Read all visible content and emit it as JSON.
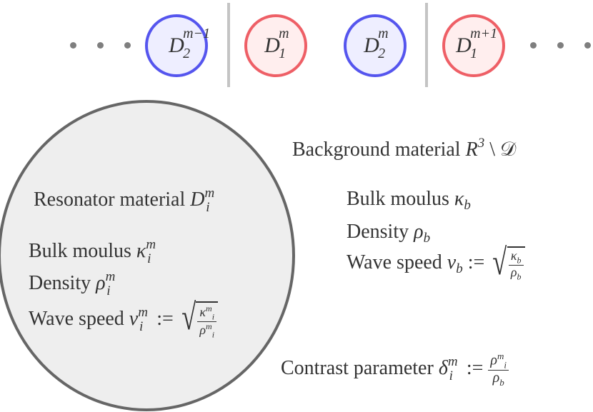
{
  "top_row": {
    "circles": [
      {
        "symbol": "D",
        "subscript": "2",
        "superscript": "m−1",
        "color": "blue"
      },
      {
        "symbol": "D",
        "subscript": "1",
        "superscript": "m",
        "color": "red"
      },
      {
        "symbol": "D",
        "subscript": "2",
        "superscript": "m",
        "color": "blue"
      },
      {
        "symbol": "D",
        "subscript": "1",
        "superscript": "m+1",
        "color": "red"
      }
    ],
    "colors": {
      "blue_border": "#5555ee",
      "blue_fill": "#eeeeff",
      "red_border": "#ee5f66",
      "red_fill": "#ffeeee"
    }
  },
  "resonator": {
    "title_text": "Resonator material",
    "title_symbol": "D",
    "title_sup": "m",
    "title_sub": "i",
    "bulk_text": "Bulk moulus",
    "bulk_symbol": "κ",
    "bulk_sup": "m",
    "bulk_sub": "i",
    "density_text": "Density",
    "density_symbol": "ρ",
    "density_sup": "m",
    "density_sub": "i",
    "wave_text": "Wave speed",
    "wave_symbol": "v",
    "wave_sup": "m",
    "wave_sub": "i",
    "assign": ":="
  },
  "background": {
    "title_text": "Background material",
    "title_expr": "R",
    "title_sup": "3",
    "title_rest": "\\ 𝒟",
    "bulk_text": "Bulk moulus",
    "bulk_symbol": "κ",
    "bulk_sub": "b",
    "density_text": "Density",
    "density_symbol": "ρ",
    "density_sub": "b",
    "wave_text": "Wave speed",
    "wave_symbol": "v",
    "wave_sub": "b",
    "assign": ":="
  },
  "contrast": {
    "text": "Contrast parameter",
    "symbol": "δ",
    "sup": "m",
    "sub": "i",
    "assign": ":="
  }
}
